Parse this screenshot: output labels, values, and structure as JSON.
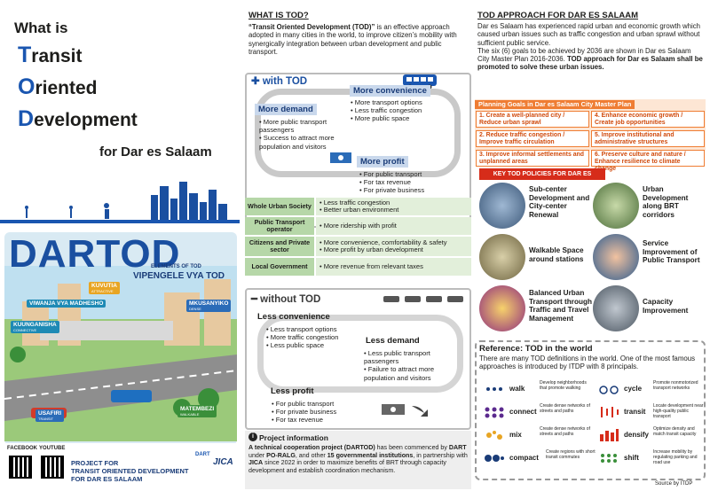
{
  "left": {
    "what_is": "What is",
    "line1_initial": "T",
    "line1_rest": "ransit",
    "line2_initial": "O",
    "line2_rest": "riented",
    "line3_initial": "D",
    "line3_rest": "evelopment",
    "for_line": "for Dar es Salaam",
    "dartod_d1": "DAR",
    "dartod_d2": "TOD",
    "elements_label": "ELEMENTS OF TOD",
    "vipengele": "VIPENGELE VYA TOD",
    "tags": [
      {
        "label": "KUVUTIA",
        "sub": "ATTRACTIVE",
        "color": "#e8a523"
      },
      {
        "label": "MKUSANYIKO",
        "sub": "DENSE",
        "color": "#2b6cb8"
      },
      {
        "label": "VIWANJA VYA MADHESHO",
        "sub": "",
        "color": "#1e8ab5"
      },
      {
        "label": "KUUNGANISHA",
        "sub": "CONNECTIVE",
        "color": "#1e8ab5"
      },
      {
        "label": "USAFIRI",
        "sub": "TRANSIT",
        "color": "#2b6cb8"
      },
      {
        "label": "MATEMBEZI",
        "sub": "WALKABLE",
        "color": "#3a8f3a"
      }
    ],
    "facebook": "FACEBOOK",
    "youtube": "YOUTUBE",
    "project_for": [
      "PROJECT FOR",
      "TRANSIT ORIENTED DEVELOPMENT",
      "FOR DAR ES SALAAM"
    ],
    "logo_jica": "JICA",
    "logo_dart": "DART"
  },
  "what_tod": {
    "heading": "WHAT IS TOD?",
    "intro_bold": "“Transit Oriented Development (TOD)”",
    "intro_rest": " is an effective approach adopted in many cities in the world, to improve citizen’s mobility with synergically integration between urban development and public transport.",
    "with_label": "with TOD",
    "with": {
      "more_convenience": "More convenience",
      "conv_items": [
        "More transport options",
        "Less traffic congestion",
        "More public space"
      ],
      "more_demand": "More demand",
      "demand_items": [
        "More public transport passengers",
        "Success to attract more population and visitors"
      ],
      "more_profit": "More profit",
      "profit_items": [
        "For public transport",
        "For tax revenue",
        "For private business"
      ]
    },
    "roles": [
      {
        "key": "Whole Urban Society",
        "vals": [
          "Less traffic congestion",
          "Better urban environment"
        ]
      },
      {
        "key": "Public Transport operator",
        "vals": [
          "More ridership with profit"
        ]
      },
      {
        "key": "Citizens and Private sector",
        "vals": [
          "More convenience, comfortability & safety",
          "More  profit by urban development"
        ]
      },
      {
        "key": "Local Government",
        "vals": [
          "More revenue from relevant taxes"
        ]
      }
    ],
    "without_label": "without TOD",
    "without": {
      "less_convenience": "Less convenience",
      "conv_items": [
        "Less transport options",
        "More traffic congestion",
        "Less public space"
      ],
      "less_demand": "Less demand",
      "demand_items": [
        "Less public transport passengers",
        "Failure to attract more population and visitors"
      ],
      "less_profit": "Less profit",
      "profit_items": [
        "For public transport",
        "For private business",
        "For tax revenue"
      ]
    },
    "project_info_title": "Project information",
    "project_info": [
      {
        "t": "A technical cooperation project (DARTOD)",
        "b": true
      },
      {
        "t": " has been commenced by ",
        "b": false
      },
      {
        "t": "DART",
        "b": true
      },
      {
        "t": " under ",
        "b": false
      },
      {
        "t": "PO-RALG",
        "b": true
      },
      {
        "t": ", and other ",
        "b": false
      },
      {
        "t": "15 governmental institutions",
        "b": true
      },
      {
        "t": ", in partnership with ",
        "b": false
      },
      {
        "t": "JICA",
        "b": true
      },
      {
        "t": " since 2022 in order to maximize benefits of BRT through capacity development and establish coordination mechanism.",
        "b": false
      }
    ]
  },
  "approach": {
    "heading": "TOD APPROACH FOR DAR ES SALAAM",
    "p1": "Dar es Salaam has experienced rapid urban and economic growth which caused urban issues such as traffic congestion and urban sprawl without sufficient public service.",
    "p2": "The six (6) goals to be achieved by 2036  are shown in Dar es Salaam City Master Plan 2016-2036. ",
    "p2_bold": "TOD approach for Dar es Salaam shall be promoted to solve these urban issues.",
    "goals_title": "Planning Goals in Dar es Salaam City Master Plan",
    "goals": [
      "1. Create a well-planned city / Reduce urban sprawl",
      "4. Enhance economic growth / Create  job opportunities",
      "2. Reduce traffic congestion / Improve traffic circulation",
      "5. Improve institutional and administrative structures",
      "3. Improve informal settlements and unplanned areas",
      "6. Preserve culture and nature / Enhance resilience  to climate change"
    ],
    "key_policies": "KEY TOD POLICIES FOR DAR ES SALAAM",
    "policies": [
      "Sub-center Development and City-center Renewal",
      "Urban Development along BRT corridors",
      "Walkable Space around stations",
      "Service Improvement of Public Transport",
      "Balanced Urban Transport through Traffic and Travel Management",
      "Capacity Improvement"
    ]
  },
  "reference": {
    "title": "Reference: TOD in the world",
    "text": "There are many TOD definitions in the world. One of the most famous approaches is introduced by ITDP with 8 principals.",
    "principles": [
      {
        "name": "walk",
        "desc": "Develop neighborhoods that promote walking"
      },
      {
        "name": "cycle",
        "desc": "Promote nonmotorized transport networks"
      },
      {
        "name": "connect",
        "desc": "Create dense networks of streets and paths"
      },
      {
        "name": "transit",
        "desc": "Locate development near high-quality public transport"
      },
      {
        "name": "mix",
        "desc": "Create dense networks of streets and paths"
      },
      {
        "name": "densify",
        "desc": "Optimize density and match transit capacity"
      },
      {
        "name": "compact",
        "desc": "Create regions with short transit commutes"
      },
      {
        "name": "shift",
        "desc": "Increase mobility by regulating parking and road use"
      }
    ],
    "source": "Source by ITDP"
  },
  "colors": {
    "blue": "#1a56b0",
    "orange": "#ef7d33",
    "red": "#d62c1a",
    "green": "#b6d7a8"
  }
}
